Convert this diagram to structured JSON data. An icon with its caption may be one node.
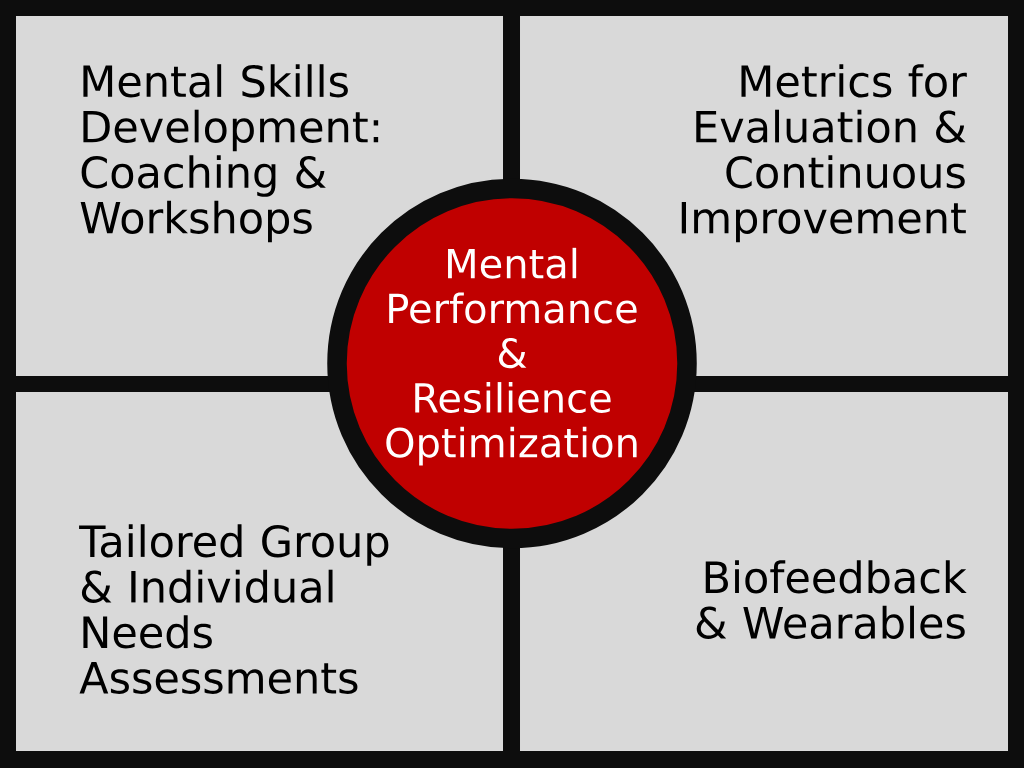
{
  "diagram": {
    "nodes": [
      {
        "text": [
          "Mental Skills Development: Coaching & Workshops"
        ]
      },
      {
        "text": [
          "Metrics for Evaluation & Continuous Improvement"
        ]
      },
      {
        "text": [
          "Mental Performance & Resilience Optimization"
        ]
      },
      {
        "text": [
          "Tailored Group & Individual Needs Assessments"
        ]
      },
      {
        "text": [
          "Biofeedback & Wearables"
        ]
      }
    ]
  }
}
